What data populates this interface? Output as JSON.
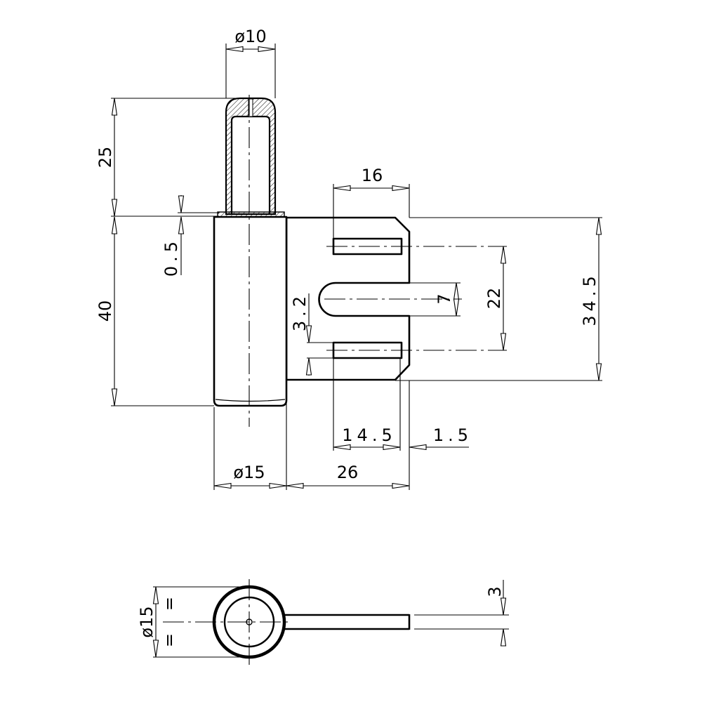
{
  "drawing": {
    "front_view": {
      "pin_diameter": "ø10",
      "pin_length": "25",
      "gap": "0.5",
      "body_length": "40",
      "slot_offset": "16",
      "plate_height": "34.5",
      "hole_spacing": "22",
      "slot_width": "7",
      "hole_width": "3.2",
      "hole_length": "14.5",
      "hole_edge": "1.5",
      "body_diameter": "ø15",
      "plate_length": "26"
    },
    "plan_view": {
      "body_diameter": "ø15",
      "plate_thickness": "3",
      "symmetry_mark_top": "=",
      "symmetry_mark_bottom": "="
    }
  }
}
